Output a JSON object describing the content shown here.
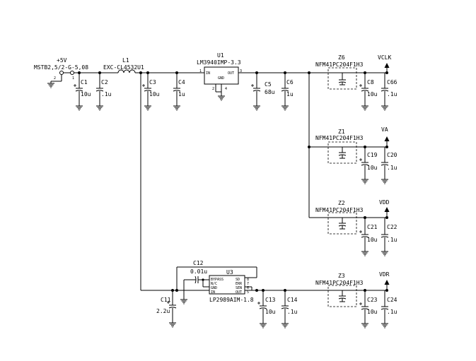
{
  "connector": {
    "supply": "+5V",
    "part": "MSTB2,5/2-G-5,08",
    "pin1": "1",
    "pin2": "2"
  },
  "inductor": {
    "ref": "L1",
    "part": "EXC-CL4532U1"
  },
  "regulator1": {
    "ref": "U1",
    "part": "LM3940IMP-3.3",
    "pin_in": "IN",
    "pin_out": "OUT",
    "pin_gnd": "GND",
    "n1": "1",
    "n2": "2",
    "n3": "3",
    "n4": "4"
  },
  "regulator2": {
    "ref": "U3",
    "part": "LP2989AIM-1.8",
    "pins_left": [
      "BYPASS",
      "N/C",
      "GND",
      "IN"
    ],
    "pins_right": [
      "SD",
      "ERR",
      "SEN",
      "OUT"
    ],
    "nums_right": [
      "8",
      "7",
      "6",
      "5"
    ]
  },
  "caps": {
    "C1": {
      "ref": "C1",
      "val": "10u"
    },
    "C2": {
      "ref": "C2",
      "val": ".1u"
    },
    "C3": {
      "ref": "C3",
      "val": "10u"
    },
    "C4": {
      "ref": "C4",
      "val": "1u"
    },
    "C5": {
      "ref": "C5",
      "val": "68u"
    },
    "C6": {
      "ref": "C6",
      "val": "1u"
    },
    "C8": {
      "ref": "C8",
      "val": "10u"
    },
    "C66": {
      "ref": "C66",
      "val": ".1u"
    },
    "C19": {
      "ref": "C19",
      "val": "10u"
    },
    "C20": {
      "ref": "C20",
      "val": ".1u"
    },
    "C21": {
      "ref": "C21",
      "val": "10u"
    },
    "C22": {
      "ref": "C22",
      "val": ".1u"
    },
    "C11": {
      "ref": "C11",
      "val": "2.2u"
    },
    "C12": {
      "ref": "C12",
      "val": "0.01u"
    },
    "C13": {
      "ref": "C13",
      "val": "10u"
    },
    "C14": {
      "ref": "C14",
      "val": ".1u"
    },
    "C23": {
      "ref": "C23",
      "val": "10u"
    },
    "C24": {
      "ref": "C24",
      "val": ".1u"
    }
  },
  "filters": {
    "Z6": {
      "ref": "Z6",
      "part": "NFM41PC204F1H3",
      "rail": "VCLK"
    },
    "Z1": {
      "ref": "Z1",
      "part": "NFM41PC204F1H3",
      "rail": "VA"
    },
    "Z2": {
      "ref": "Z2",
      "part": "NFM41PC204F1H3",
      "rail": "VDD"
    },
    "Z3": {
      "ref": "Z3",
      "part": "NFM41PC204F1H3",
      "rail": "VDR"
    }
  }
}
